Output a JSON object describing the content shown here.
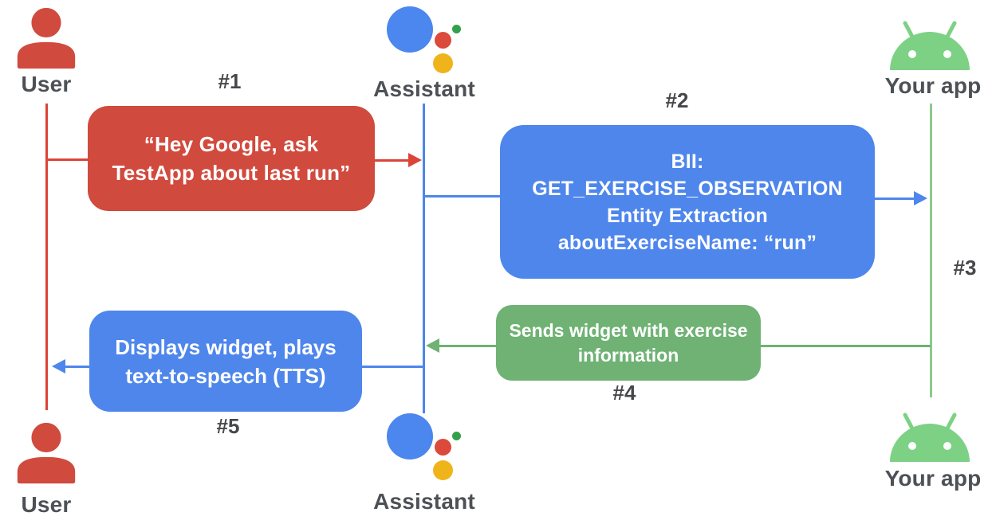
{
  "diagram_type": "sequence-flow",
  "actors": {
    "user_top": "User",
    "assistant_top": "Assistant",
    "app_top": "Your app",
    "user_bottom": "User",
    "assistant_bottom": "Assistant",
    "app_bottom": "Your app"
  },
  "step_labels": {
    "s1": "#1",
    "s2": "#2",
    "s3": "#3",
    "s4": "#4",
    "s5": "#5"
  },
  "messages": {
    "box1": {
      "from": "User",
      "to": "Assistant",
      "lines": [
        "“Hey Google, ask",
        "TestApp about last run”"
      ]
    },
    "box2": {
      "from": "Assistant",
      "to": "Your app",
      "lines": [
        "BII:",
        "GET_EXERCISE_OBSERVATION",
        "Entity Extraction",
        "aboutExerciseName: “run”"
      ]
    },
    "box4": {
      "from": "Your app",
      "to": "Assistant",
      "lines": [
        "Sends widget with exercise",
        "information"
      ]
    },
    "box5": {
      "from": "Assistant",
      "to": "User",
      "lines": [
        "Displays widget, plays",
        "text-to-speech (TTS)"
      ]
    }
  },
  "icons": {
    "user": "person-icon",
    "assistant": "google-assistant-icon",
    "app": "android-icon"
  },
  "colors": {
    "user_red": "#d14a3e",
    "red_line": "#db4437",
    "blue_box": "#4e86ec",
    "blue_line": "#4d86ec",
    "green_box": "#6fb274",
    "green_lifeline": "#8bc98d",
    "android_green": "#7dd185",
    "assistant_blue": "#4b87ee",
    "assistant_red": "#dc4a3b",
    "assistant_yellow": "#f0b41b",
    "assistant_green": "#34a04b",
    "label_gray": "#4d5156",
    "box_text": "#ffffff"
  }
}
